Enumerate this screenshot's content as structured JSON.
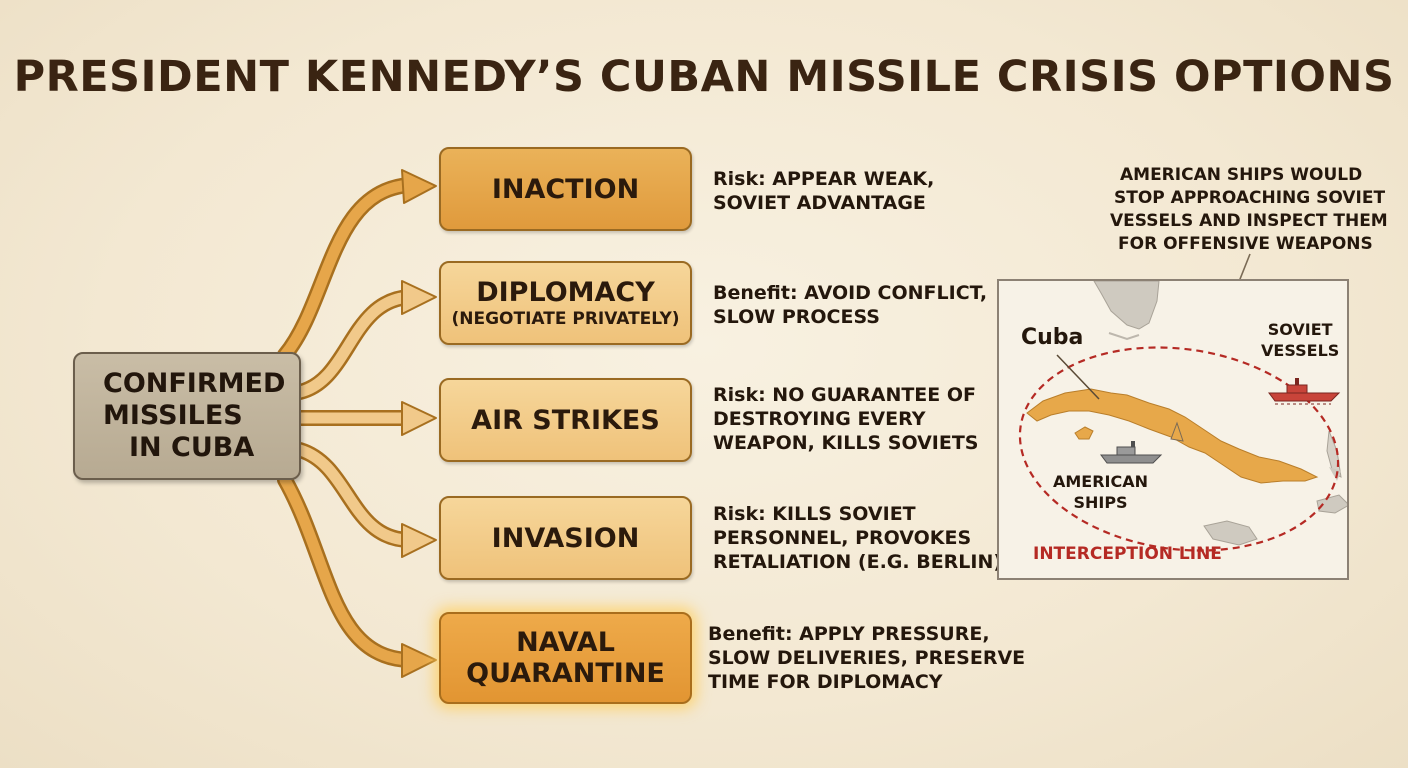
{
  "title": "PRESIDENT KENNEDY’S CUBAN MISSILE CRISIS OPTIONS",
  "source": {
    "lines": [
      "CONFIRMED",
      "MISSILES",
      "IN CUBA"
    ]
  },
  "options": [
    {
      "label": "INACTION",
      "sublabel": "",
      "note_lines": [
        "Risk: APPEAR WEAK,",
        "SOVIET ADVANTAGE"
      ]
    },
    {
      "label": "DIPLOMACY",
      "sublabel": "(NEGOTIATE PRIVATELY)",
      "note_lines": [
        "Benefit: AVOID CONFLICT,",
        "SLOW PROCESS"
      ]
    },
    {
      "label": "AIR STRIKES",
      "sublabel": "",
      "note_lines": [
        "Risk: NO GUARANTEE OF",
        "DESTROYING EVERY",
        "WEAPON, KILLS SOVIETS"
      ]
    },
    {
      "label": "INVASION",
      "sublabel": "",
      "note_lines": [
        "Risk: KILLS SOVIET",
        "PERSONNEL, PROVOKES",
        "RETALIATION (E.G. BERLIN)"
      ]
    },
    {
      "label_lines": [
        "NAVAL",
        "QUARANTINE"
      ],
      "note_lines": [
        "Benefit: APPLY PRESSURE,",
        "SLOW DELIVERIES, PRESERVE",
        "TIME FOR DIPLOMACY"
      ],
      "highlighted": true
    }
  ],
  "map": {
    "caption_lines": [
      "AMERICAN SHIPS WOULD",
      "STOP APPROACHING SOVIET",
      "VESSELS AND INSPECT THEM",
      "FOR OFFENSIVE WEAPONS"
    ],
    "cuba_label": "Cuba",
    "soviet_label_lines": [
      "SOVIET",
      "VESSELS"
    ],
    "american_label_lines": [
      "AMERICAN",
      "SHIPS"
    ],
    "interception_label": "INTERCEPTION LINE"
  },
  "colors": {
    "arrow": "#e2a040",
    "arrow_outline": "#a8701f",
    "cuba_land": "#e7a84a",
    "interception_line": "#b52a24",
    "soviet_ship": "#c8443a",
    "american_ship": "#8f8f8f"
  }
}
